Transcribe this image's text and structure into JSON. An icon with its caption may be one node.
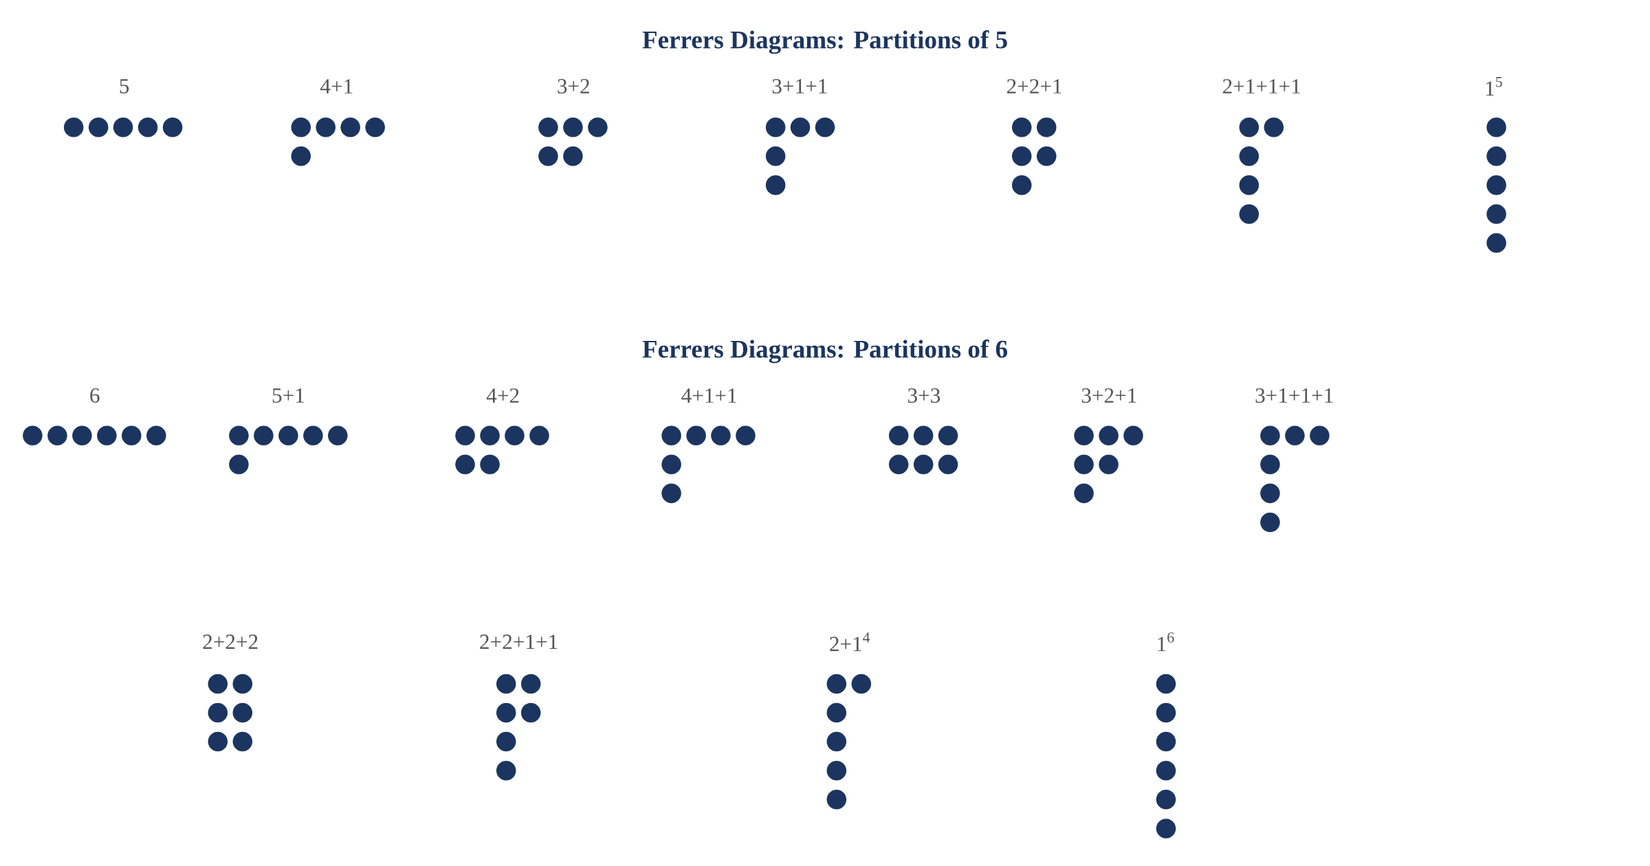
{
  "diagram": {
    "title": "Ferrers Diagrams: Partitions of 5",
    "labels": [
      "5",
      "4+1",
      "3+2",
      "3+1+1",
      "2+2+1",
      "2+1+1+1",
      "1$^{5}$",
      "Ferrers Diagrams: Partitions of 6",
      "6",
      "5+1",
      "4+2",
      "4+1+1",
      "3+3",
      "3+2+1",
      "3+1+1+1",
      "2+2+2",
      "2+2+1+1",
      "2+1$^{4}$",
      "1$^{6}$"
    ]
  }
}
